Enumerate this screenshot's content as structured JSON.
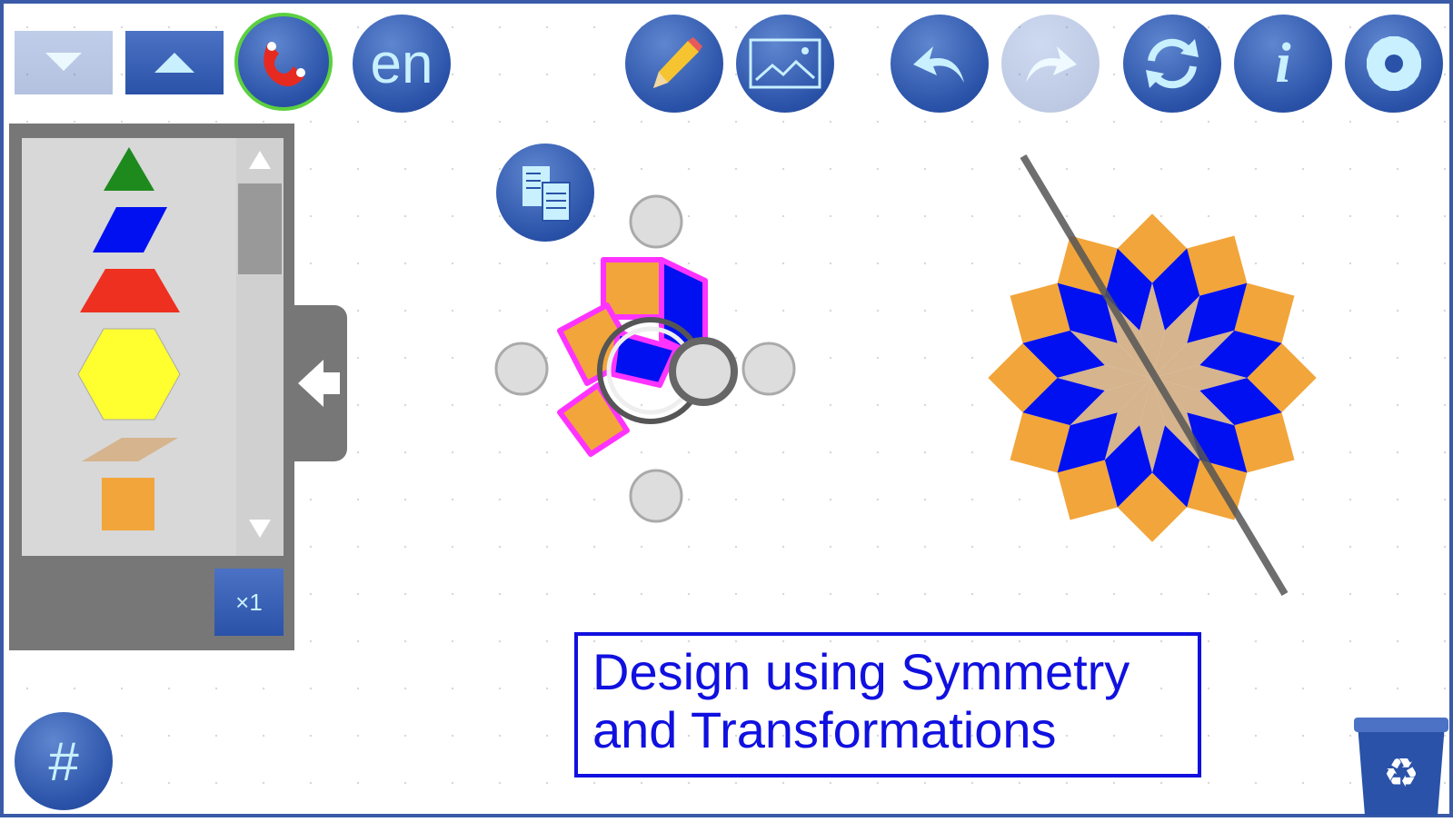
{
  "toolbar": {
    "scroll_down": "scroll-down",
    "scroll_up": "scroll-up",
    "magnet": "magnet",
    "language": "en",
    "pencil": "pencil",
    "image": "image",
    "undo": "undo",
    "redo": "redo",
    "reset": "reset",
    "info": "i",
    "settings": "settings"
  },
  "palette": {
    "shapes": [
      "green triangle",
      "blue rhombus",
      "red trapezoid",
      "yellow hexagon",
      "tan rhombus",
      "orange square"
    ],
    "multiplier": "×1"
  },
  "canvas": {
    "title_line1": "Design using Symmetry",
    "title_line2": "and Transformations"
  },
  "bottom": {
    "grid_label": "#"
  },
  "colors": {
    "accent": "#2a52a8",
    "orange": "#f2a53a",
    "blue": "#0010f0",
    "tan": "#d5b48e",
    "selection": "#ff33ff"
  }
}
